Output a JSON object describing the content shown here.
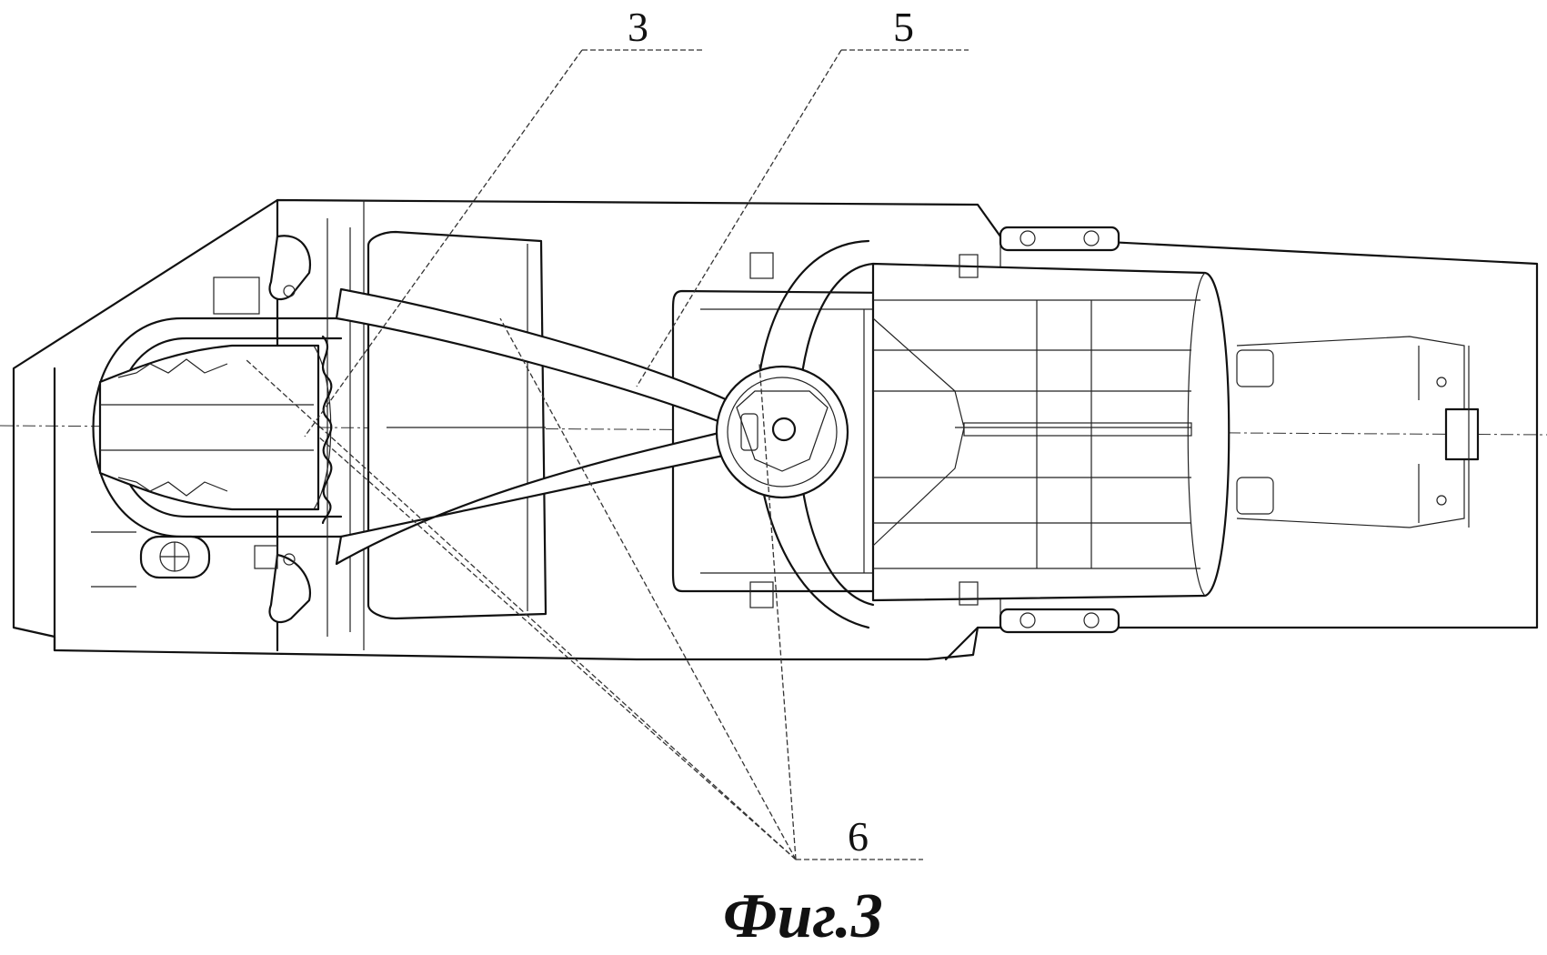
{
  "figure": {
    "caption": "Фиг.3",
    "callouts": [
      {
        "id": "3",
        "text": "3"
      },
      {
        "id": "5",
        "text": "5"
      },
      {
        "id": "6",
        "text": "6"
      }
    ]
  }
}
